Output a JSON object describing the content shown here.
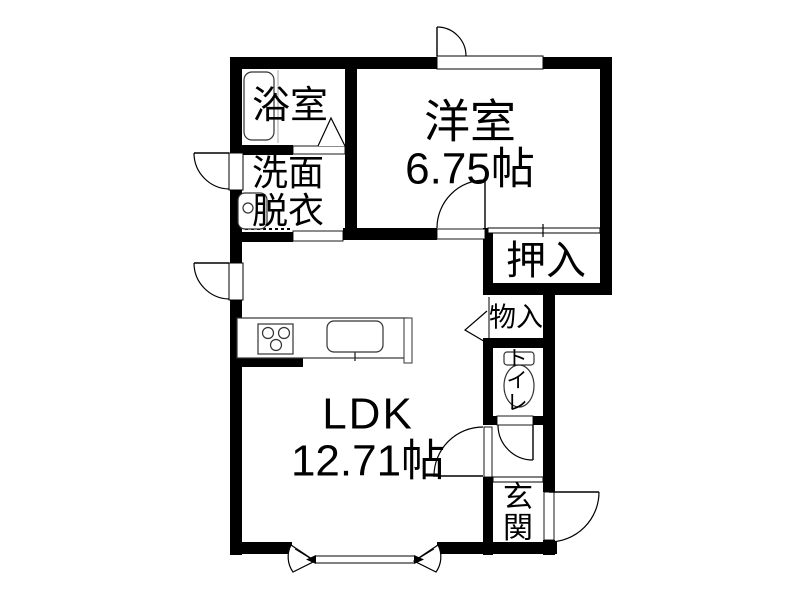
{
  "plan": {
    "rooms": {
      "bathroom": {
        "name": "浴室"
      },
      "washroom": {
        "name_line1": "洗面",
        "name_line2": "脱衣"
      },
      "western_room": {
        "name": "洋室",
        "size": "6.75帖"
      },
      "closet": {
        "name": "押入"
      },
      "storage": {
        "name": "物入"
      },
      "toilet": {
        "name": "トイレ"
      },
      "ldk": {
        "name": "LDK",
        "size": "12.71帖"
      },
      "entrance": {
        "name": "玄関"
      }
    },
    "fixtures": [
      "bathtub",
      "washing-machine",
      "range-burners",
      "kitchen-sink",
      "kitchen-counter",
      "toilet-bowl"
    ],
    "colors": {
      "background": "#ffffff",
      "wall": "#000000",
      "fixture_line": "#333333"
    }
  }
}
